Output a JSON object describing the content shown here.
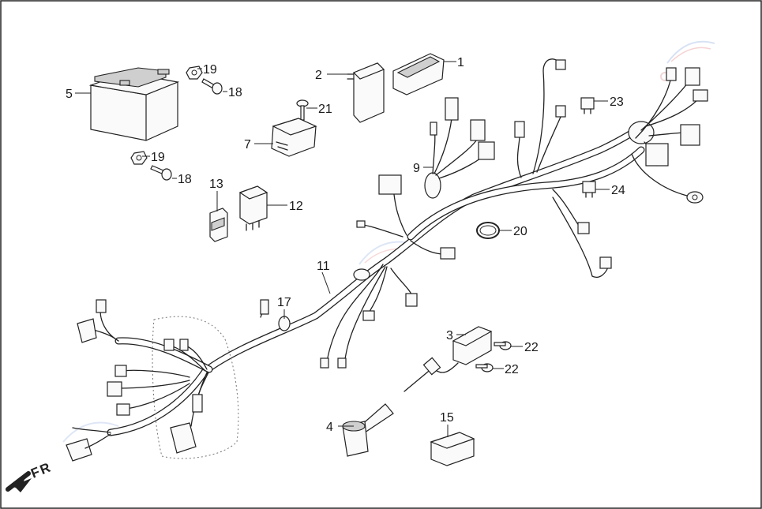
{
  "diagram": {
    "direction_label": "FR",
    "labels": [
      {
        "id": "1",
        "text": "1"
      },
      {
        "id": "2",
        "text": "2"
      },
      {
        "id": "3",
        "text": "3"
      },
      {
        "id": "4",
        "text": "4"
      },
      {
        "id": "5",
        "text": "5"
      },
      {
        "id": "7",
        "text": "7"
      },
      {
        "id": "9",
        "text": "9"
      },
      {
        "id": "11",
        "text": "11"
      },
      {
        "id": "12",
        "text": "12"
      },
      {
        "id": "13",
        "text": "13"
      },
      {
        "id": "15",
        "text": "15"
      },
      {
        "id": "17",
        "text": "17"
      },
      {
        "id": "18a",
        "text": "18"
      },
      {
        "id": "18b",
        "text": "18"
      },
      {
        "id": "19a",
        "text": "19"
      },
      {
        "id": "19b",
        "text": "19"
      },
      {
        "id": "20",
        "text": "20"
      },
      {
        "id": "21",
        "text": "21"
      },
      {
        "id": "22a",
        "text": "22"
      },
      {
        "id": "22b",
        "text": "22"
      },
      {
        "id": "23",
        "text": "23"
      },
      {
        "id": "24",
        "text": "24"
      }
    ]
  }
}
